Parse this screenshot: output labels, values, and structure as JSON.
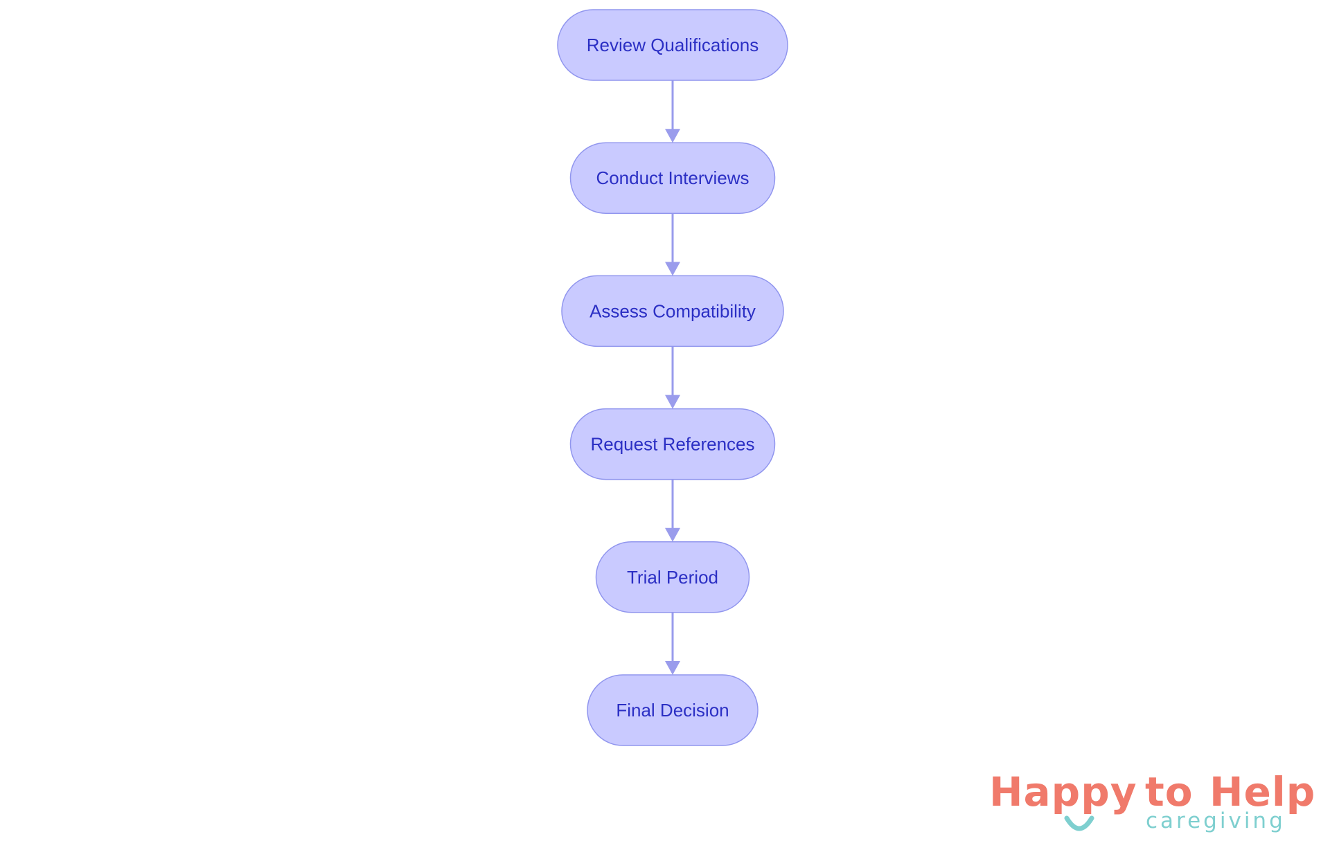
{
  "diagram": {
    "type": "flowchart",
    "direction": "top-to-bottom",
    "nodes": [
      {
        "id": "n1",
        "label": "Review Qualifications"
      },
      {
        "id": "n2",
        "label": "Conduct Interviews"
      },
      {
        "id": "n3",
        "label": "Assess Compatibility"
      },
      {
        "id": "n4",
        "label": "Request References"
      },
      {
        "id": "n5",
        "label": "Trial Period"
      },
      {
        "id": "n6",
        "label": "Final Decision"
      }
    ],
    "edges": [
      {
        "from": "n1",
        "to": "n2"
      },
      {
        "from": "n2",
        "to": "n3"
      },
      {
        "from": "n3",
        "to": "n4"
      },
      {
        "from": "n4",
        "to": "n5"
      },
      {
        "from": "n5",
        "to": "n6"
      }
    ],
    "colors": {
      "node_fill": "#c9caff",
      "node_border": "#9196ee",
      "node_text": "#2b2fc4",
      "edge": "#9a9cec"
    }
  },
  "logo": {
    "word_happy": "Happy",
    "word_to": "to",
    "word_help": "Help",
    "subtitle": "caregiving",
    "primary_color": "#f07a6b",
    "secondary_color": "#7ecfcf",
    "icon": "smile-icon"
  }
}
